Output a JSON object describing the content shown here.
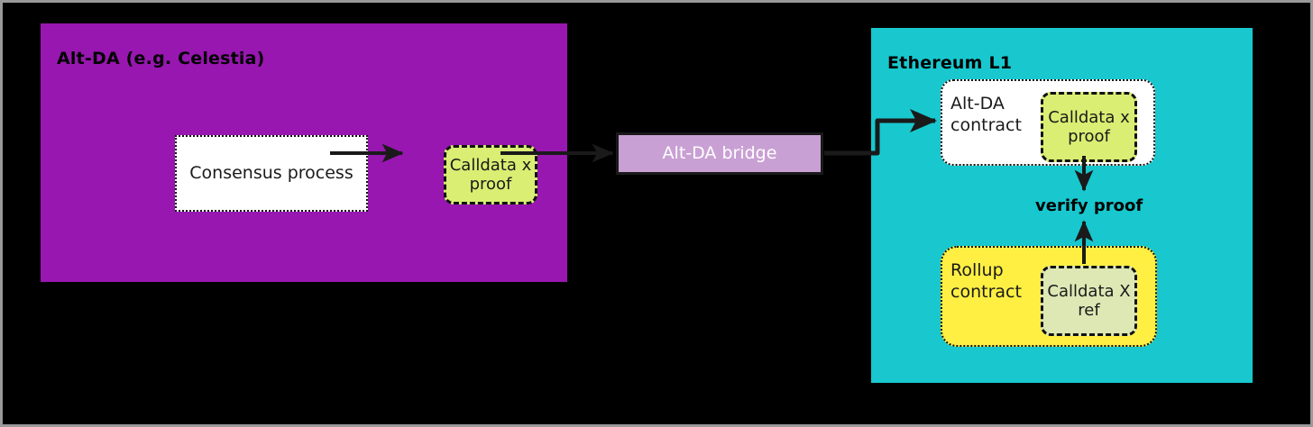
{
  "diagram": {
    "title_alt_da_panel": "Alt-DA (e.g. Celestia)",
    "title_eth_panel": "Ethereum L1",
    "panels": [
      {
        "name": "alt-da-panel",
        "label": "Alt-DA (e.g. Celestia)",
        "color": "#9817b0"
      },
      {
        "name": "ethereum-l1-panel",
        "label": "Ethereum L1",
        "color": "#18c8ce"
      }
    ],
    "nodes": {
      "consensus_process": "Consensus process",
      "calldata_proof_da_line1": "Calldata x",
      "calldata_proof_da_line2": "proof",
      "alt_da_bridge": "Alt-DA bridge",
      "alt_da_contract_line1": "Alt-DA",
      "alt_da_contract_line2": "contract",
      "calldata_proof_l1_line1": "Calldata x",
      "calldata_proof_l1_line2": "proof",
      "rollup_contract_line1": "Rollup",
      "rollup_contract_line2": "contract",
      "calldata_ref_line1": "Calldata X",
      "calldata_ref_line2": "ref"
    },
    "labels": {
      "verify_proof": "verify proof"
    },
    "colors": {
      "alt_da_panel": "#9817b0",
      "ethereum_panel": "#18c8ce",
      "calldata_proof_fill": "#d9ee73",
      "bridge_fill": "#c9a0d4",
      "rollup_fill": "#ffef43",
      "calldata_ref_fill": "#dde8b5",
      "background": "#000000",
      "arrow": "#1a1a1a"
    }
  }
}
